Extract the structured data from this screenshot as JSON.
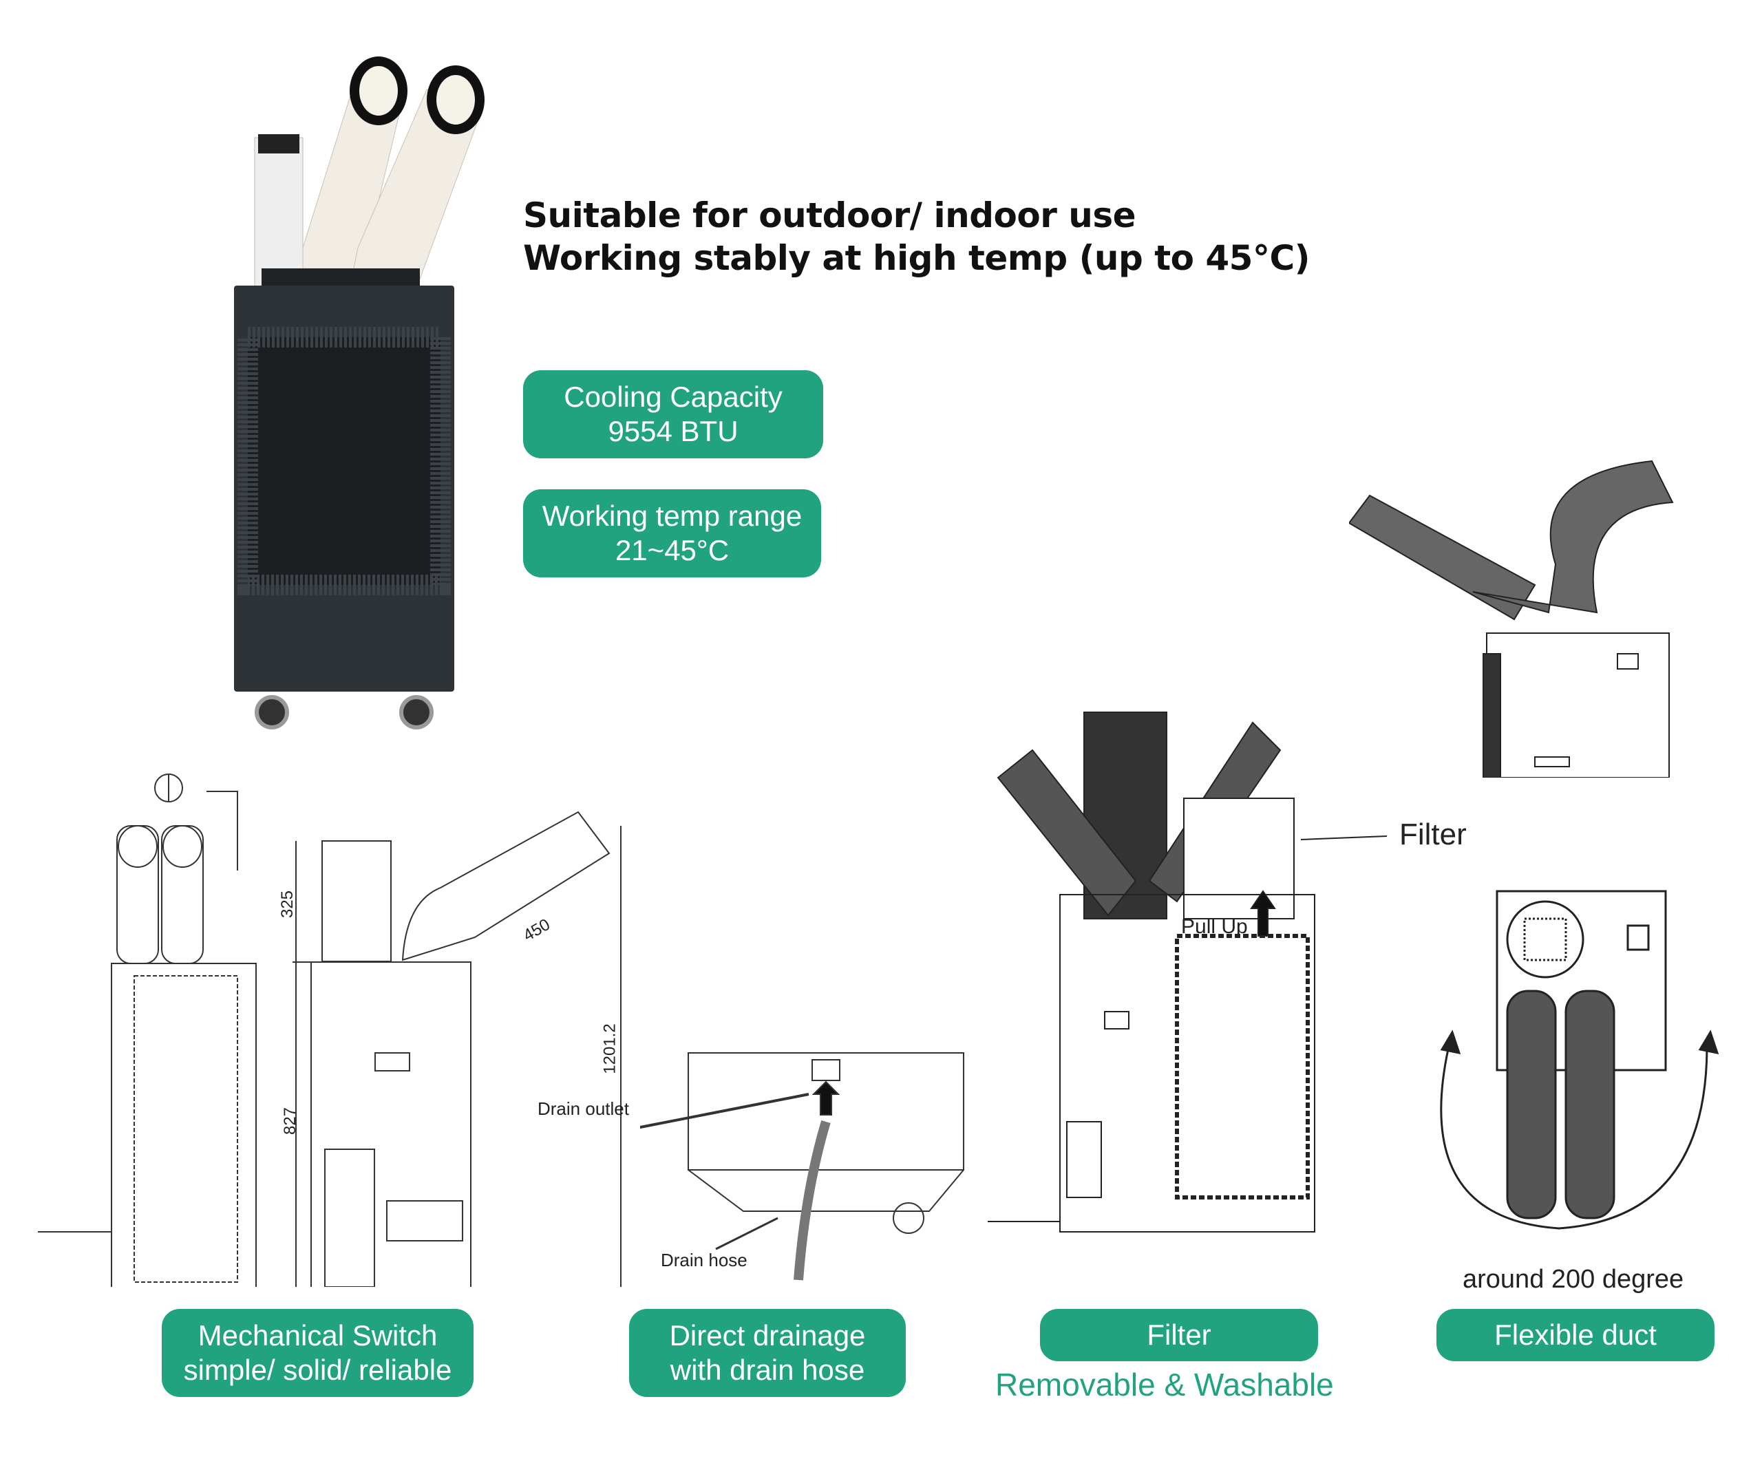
{
  "headline": {
    "line1": "Suitable for outdoor/ indoor use",
    "line2": "Working stably at high temp (up to 45°C)"
  },
  "specs": [
    {
      "line1": "Cooling Capacity",
      "line2": "9554 BTU"
    },
    {
      "line1": "Working temp range",
      "line2": "21~45°C"
    }
  ],
  "dimensions": {
    "duct_height": "325",
    "duct_length": "450",
    "body_height": "827",
    "total_height": "1201.2"
  },
  "drainage_labels": {
    "outlet": "Drain outlet",
    "hose": "Drain hose"
  },
  "filter_labels": {
    "filter": "Filter",
    "pull_up": "Pull Up"
  },
  "duct_labels": {
    "rotation": "around 200 degree"
  },
  "features": [
    {
      "line1": "Mechanical Switch",
      "line2": "simple/ solid/ reliable"
    },
    {
      "line1": "Direct drainage",
      "line2": "with drain hose"
    },
    {
      "line1": "Filter",
      "subtitle": "Removable & Washable"
    },
    {
      "line1": "Flexible duct"
    }
  ],
  "colors": {
    "accent": "#22a37f",
    "unit_body": "#2e3338"
  }
}
